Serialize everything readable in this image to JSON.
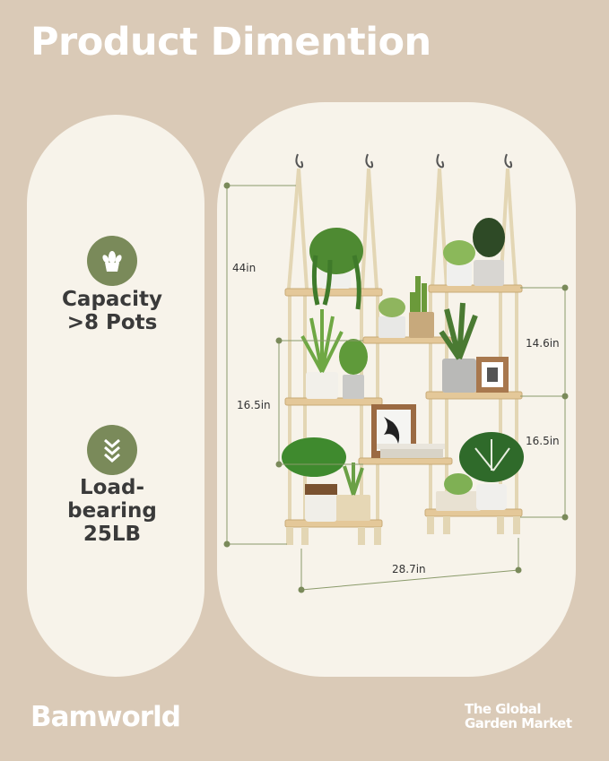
{
  "header": {
    "title": "Product Dimention"
  },
  "features": [
    {
      "icon": "potted-plant-icon",
      "line1": "Capacity",
      "line2": ">8 Pots",
      "line3": ""
    },
    {
      "icon": "download-arrows-icon",
      "line1": "Load-",
      "line2": "bearing",
      "line3": "25LB"
    }
  ],
  "dimensions": {
    "height_total": "44in",
    "left_gap": "16.5in",
    "right_upper_gap": "14.6in",
    "right_lower_gap": "16.5in",
    "width": "28.7in"
  },
  "footer": {
    "brand": "Bamworld",
    "partner_line1": "The Global",
    "partner_line2": "Garden Market"
  },
  "colors": {
    "background": "#dacab7",
    "panel": "#f7f3ea",
    "accent_green": "#7a8a5a",
    "wood": "#e4c899",
    "rope": "#e8dcbc"
  }
}
